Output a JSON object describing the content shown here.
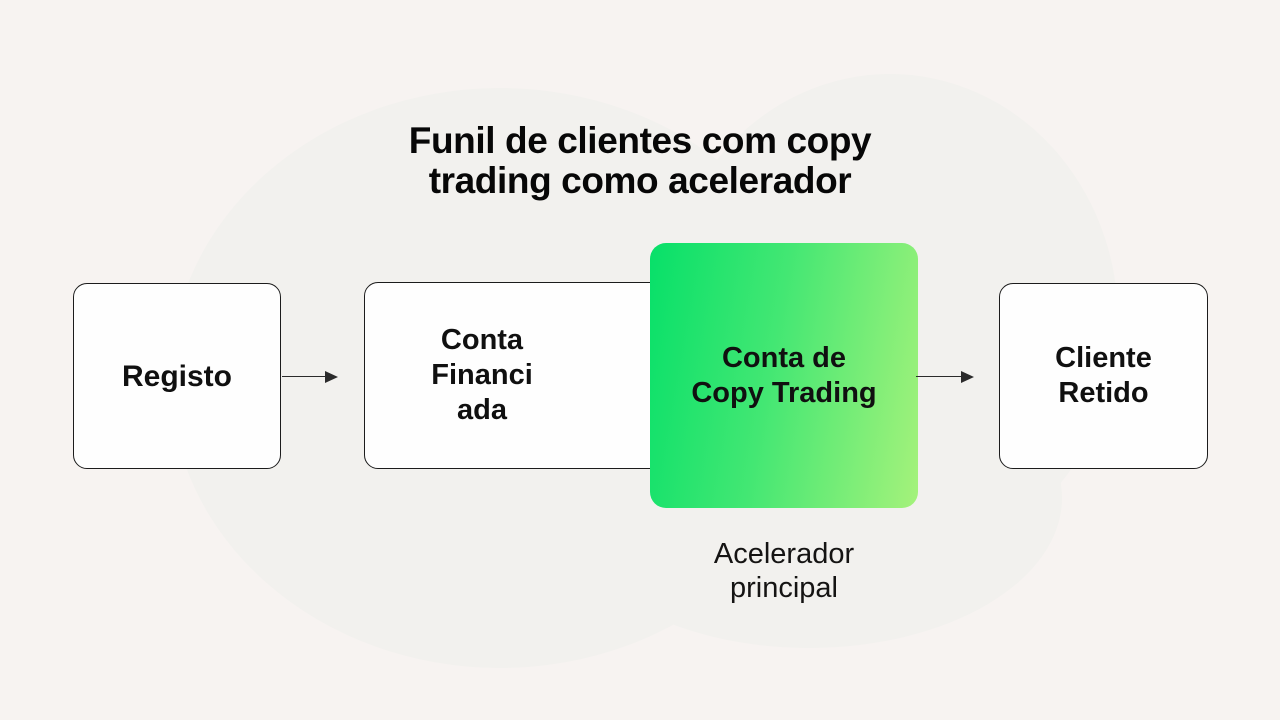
{
  "theme": {
    "background": "#f7f3f1",
    "blob": "#f2f1ee",
    "box_fill": "#fefefe",
    "box_border": "#1c1c1c",
    "text": "#0d0d0d",
    "arrow": "#2b2b2b",
    "accent_gradient_start": "#07e069",
    "accent_gradient_mid": "#43e773",
    "accent_gradient_end": "#a5f27b"
  },
  "title": {
    "line1": "Funil de clientes com copy",
    "line2": "trading como acelerador"
  },
  "funnel": {
    "steps": [
      {
        "label": "Registo",
        "lines": [
          "Registo"
        ],
        "type": "default"
      },
      {
        "label": "Conta Financiada",
        "lines": [
          "Conta",
          "Financi",
          "ada"
        ],
        "type": "default"
      },
      {
        "label": "Conta de Copy Trading",
        "lines": [
          "Conta de",
          "Copy Trading"
        ],
        "type": "accent"
      },
      {
        "label": "Cliente Retido",
        "lines": [
          "Cliente",
          "Retido"
        ],
        "type": "default"
      }
    ],
    "caption": {
      "line1": "Acelerador",
      "line2": "principal"
    }
  }
}
